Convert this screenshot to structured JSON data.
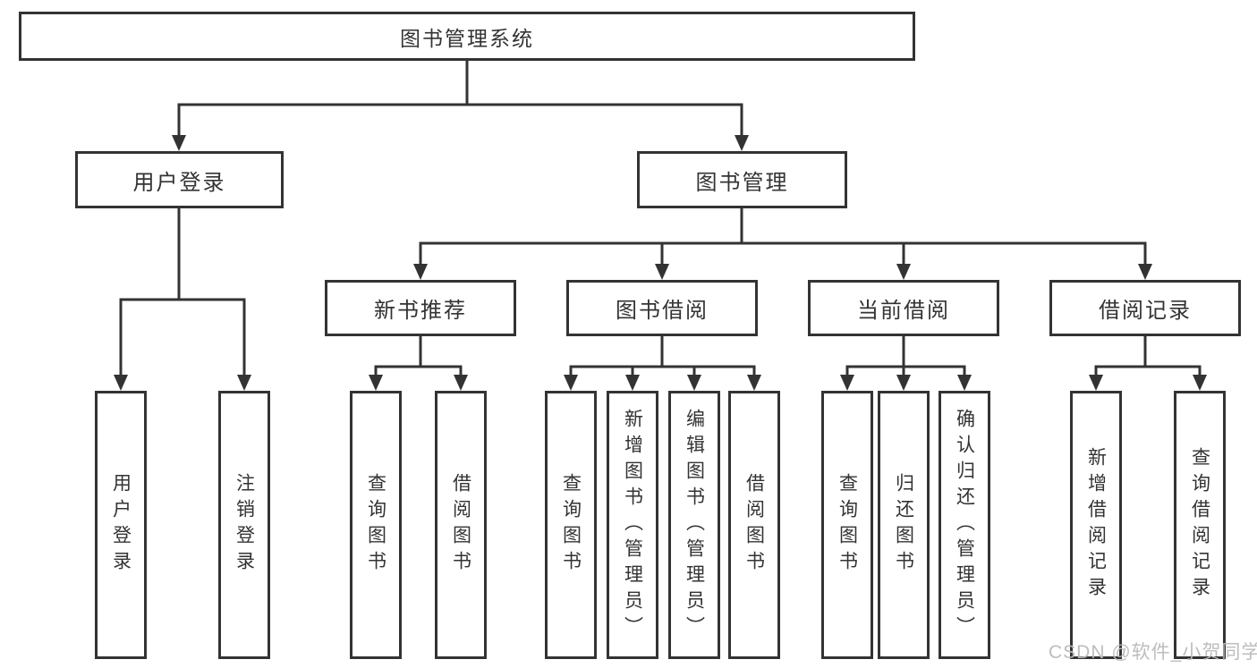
{
  "diagram": {
    "root": {
      "label": "图书管理系统"
    },
    "level2": [
      {
        "label": "用户登录"
      },
      {
        "label": "图书管理"
      }
    ],
    "level3": [
      {
        "label": "新书推荐"
      },
      {
        "label": "图书借阅"
      },
      {
        "label": "当前借阅"
      },
      {
        "label": "借阅记录"
      }
    ],
    "leaves_user_login": [
      {
        "label": "用户登录"
      },
      {
        "label": "注销登录"
      }
    ],
    "leaves_new_book": [
      {
        "label": "查询图书"
      },
      {
        "label": "借阅图书"
      }
    ],
    "leaves_book_borrow": [
      {
        "label": "查询图书"
      },
      {
        "label": "新增图书（管理员）"
      },
      {
        "label": "编辑图书（管理员）"
      },
      {
        "label": "借阅图书"
      }
    ],
    "leaves_current_borrow": [
      {
        "label": "查询图书"
      },
      {
        "label": "归还图书"
      },
      {
        "label": "确认归还（管理员）"
      }
    ],
    "leaves_borrow_record": [
      {
        "label": "新增借阅记录"
      },
      {
        "label": "查询借阅记录"
      }
    ]
  },
  "watermark": {
    "text": "CSDN @软件_小贺同学"
  },
  "colors": {
    "line": "#333333",
    "text": "#333333",
    "node_background": "#ffffff",
    "watermark": "#bababa",
    "background": "#ffffff"
  }
}
